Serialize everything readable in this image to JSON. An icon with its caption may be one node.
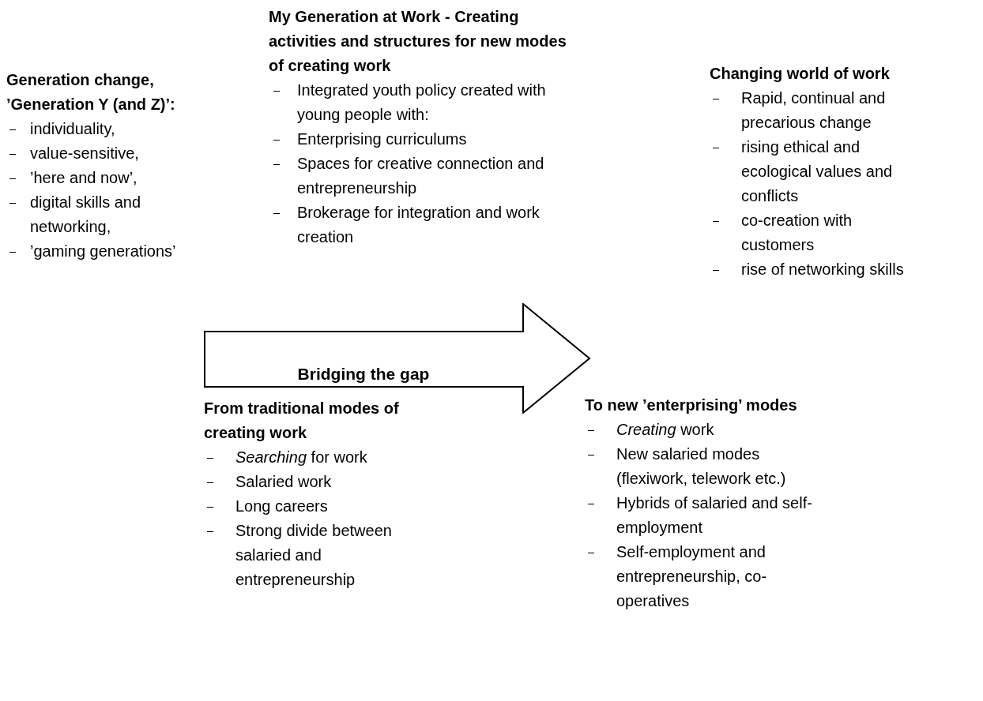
{
  "diagram": {
    "nodes": [
      {
        "text": [
          "Bridging the gap"
        ]
      }
    ],
    "edges": [],
    "labels": [
      "My Generation at Work - Creating activities and structures for new modes of creating work",
      "Integrated youth policy created with young people with:",
      "Enterprising curriculums",
      "Spaces for creative connection and entrepreneurship",
      "Brokerage for integration and work creation",
      "Generation change, ’Generation Y (and Z)’:",
      "individuality,",
      "value-sensitive,",
      "’here and now’,",
      "digital skills and networking,",
      "’gaming generations’",
      "Changing world of work",
      "Rapid, continual and precarious change",
      "rising ethical and ecological values and conflicts",
      "co-creation with customers",
      "rise of networking skills",
      "From traditional modes of creating work",
      "*Searching* for work",
      "Salaried work",
      "Long careers",
      "Strong divide between salaried and entrepreneurship",
      "To new ’enterprising’ modes",
      "*Creating* work",
      "New salaried modes (flexiwork, telework etc.)",
      "Hybrids of salaried and self-employment",
      "Self-employment and entrepreneurship, co-operatives"
    ]
  }
}
